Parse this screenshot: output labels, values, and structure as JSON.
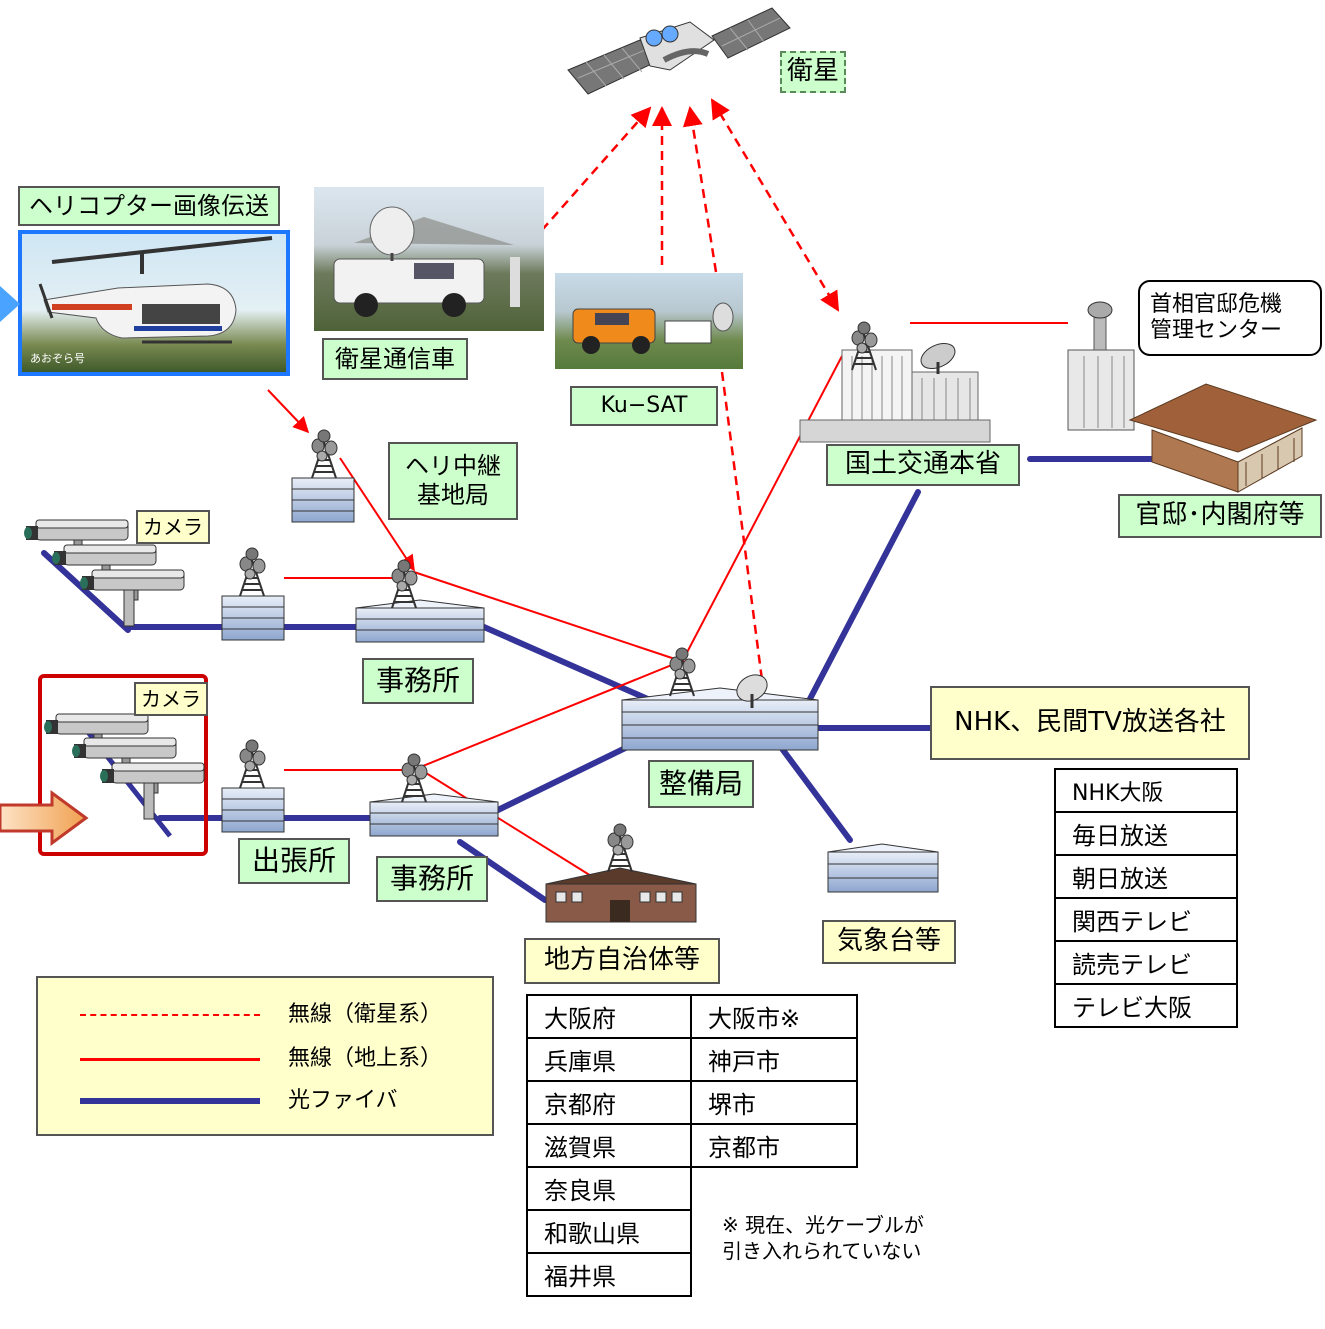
{
  "satellite": {
    "label": "衛星"
  },
  "helicopter": {
    "label": "ヘリコプター画像伝送",
    "photo_caption": "あおぞら号"
  },
  "sat_truck": {
    "label": "衛星通信車"
  },
  "ku_sat": {
    "label": "Ku−SAT"
  },
  "heli_relay": {
    "label_line1": "ヘリ中継",
    "label_line2": "基地局"
  },
  "camera_labels": [
    "カメラ",
    "カメラ"
  ],
  "mlit_hq": {
    "label": "国土交通本省"
  },
  "crisis_center": {
    "line1": "首相官邸危機",
    "line2": "管理センター"
  },
  "kantei": {
    "label": "官邸･内閣府等"
  },
  "office_upper": {
    "label": "事務所"
  },
  "office_lower": {
    "label": "事務所"
  },
  "branch": {
    "label": "出張所"
  },
  "regional_bureau": {
    "label": "整備局"
  },
  "broadcasters": {
    "label": "NHK、民間TV放送各社",
    "list": [
      "NHK大阪",
      "毎日放送",
      "朝日放送",
      "関西テレビ",
      "読売テレビ",
      "テレビ大阪"
    ]
  },
  "weather": {
    "label": "気象台等"
  },
  "local_gov": {
    "label": "地方自治体等",
    "prefectures": [
      "大阪府",
      "兵庫県",
      "京都府",
      "滋賀県",
      "奈良県",
      "和歌山県",
      "福井県"
    ],
    "cities": [
      "大阪市※",
      "神戸市",
      "堺市",
      "京都市"
    ],
    "note_line1": "※ 現在、光ケーブルが",
    "note_line2": "引き入れられていない"
  },
  "legend": {
    "items": [
      {
        "label": "無線（衛星系）",
        "style": "dashed",
        "color": "#ff0000"
      },
      {
        "label": "無線（地上系）",
        "style": "solid",
        "color": "#ff0000"
      },
      {
        "label": "光ファイバ",
        "style": "solid",
        "color": "#333399"
      }
    ]
  },
  "colors": {
    "wireless": "#ff0000",
    "fiber": "#333399",
    "label_green": "#ccffcc",
    "label_yellow": "#ffffcc",
    "heli_frame": "#1e78ff",
    "camera_frame": "#cc0000"
  }
}
